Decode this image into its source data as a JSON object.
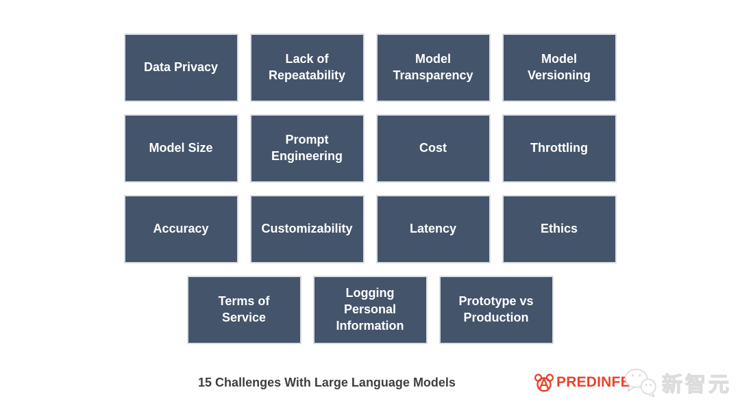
{
  "caption": {
    "text": "15 Challenges With Large Language Models"
  },
  "colors": {
    "background": "#FFFFFF",
    "box_fill": "#44546A",
    "box_border": "#D9DEE5",
    "box_text": "#FFFFFF",
    "caption_text": "#3F3F3F",
    "brand_orange": "#E8432C",
    "watermark_gray": "#DCDCDC"
  },
  "grid": {
    "rows": [
      {
        "items": [
          "Data Privacy",
          "Lack of\nRepeatability",
          "Model\nTransparency",
          "Model\nVersioning"
        ]
      },
      {
        "items": [
          "Model Size",
          "Prompt\nEngineering",
          "Cost",
          "Throttling"
        ]
      },
      {
        "items": [
          "Accuracy",
          "Customizability",
          "Latency",
          "Ethics"
        ]
      },
      {
        "items": [
          "Terms of\nService",
          "Logging\nPersonal\nInformation",
          "Prototype vs\nProduction"
        ]
      }
    ]
  },
  "branding": {
    "predinfer": {
      "label": "PREDINFER",
      "icon": "predinfer-logo-icon"
    },
    "watermark": {
      "label": "新智元",
      "icon": "wechat-icon"
    }
  }
}
